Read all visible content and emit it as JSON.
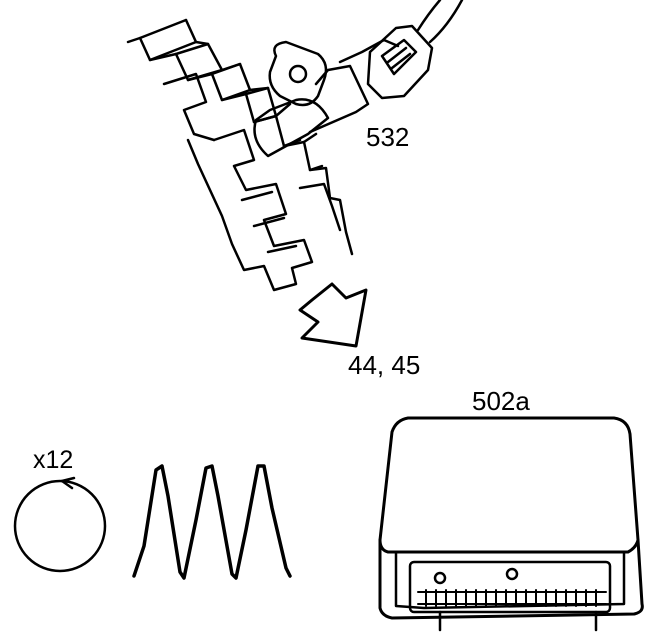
{
  "labels": {
    "sensor": "532",
    "reference": "44, 45",
    "control_unit": "502a",
    "pulse_count": "x12"
  },
  "colors": {
    "ink": "#000000",
    "paper": "#ffffff"
  },
  "icons": {
    "rotation": "circle-arrow-icon",
    "flow": "down-left-arrow-icon"
  }
}
